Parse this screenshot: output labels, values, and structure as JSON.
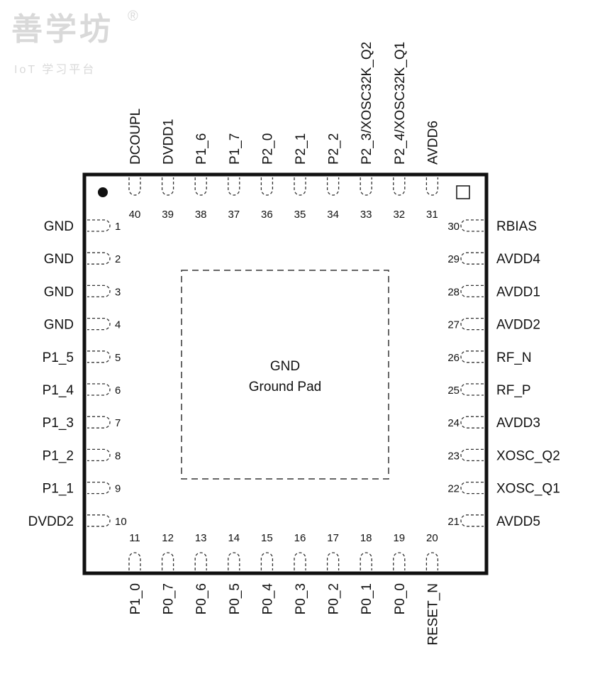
{
  "watermark": {
    "main": "善学坊",
    "registered": "®",
    "sub": "IoT 学习平台"
  },
  "package": {
    "center_labels": [
      "GND",
      "Ground Pad"
    ],
    "left_pins": [
      {
        "num": "1",
        "name": "GND"
      },
      {
        "num": "2",
        "name": "GND"
      },
      {
        "num": "3",
        "name": "GND"
      },
      {
        "num": "4",
        "name": "GND"
      },
      {
        "num": "5",
        "name": "P1_5"
      },
      {
        "num": "6",
        "name": "P1_4"
      },
      {
        "num": "7",
        "name": "P1_3"
      },
      {
        "num": "8",
        "name": "P1_2"
      },
      {
        "num": "9",
        "name": "P1_1"
      },
      {
        "num": "10",
        "name": "DVDD2"
      }
    ],
    "bottom_pins": [
      {
        "num": "11",
        "name": "P1_0"
      },
      {
        "num": "12",
        "name": "P0_7"
      },
      {
        "num": "13",
        "name": "P0_6"
      },
      {
        "num": "14",
        "name": "P0_5"
      },
      {
        "num": "15",
        "name": "P0_4"
      },
      {
        "num": "16",
        "name": "P0_3"
      },
      {
        "num": "17",
        "name": "P0_2"
      },
      {
        "num": "18",
        "name": "P0_1"
      },
      {
        "num": "19",
        "name": "P0_0"
      },
      {
        "num": "20",
        "name": "RESET_N"
      }
    ],
    "right_pins": [
      {
        "num": "21",
        "name": "AVDD5"
      },
      {
        "num": "22",
        "name": "XOSC_Q1"
      },
      {
        "num": "23",
        "name": "XOSC_Q2"
      },
      {
        "num": "24",
        "name": "AVDD3"
      },
      {
        "num": "25",
        "name": "RF_P"
      },
      {
        "num": "26",
        "name": "RF_N"
      },
      {
        "num": "27",
        "name": "AVDD2"
      },
      {
        "num": "28",
        "name": "AVDD1"
      },
      {
        "num": "29",
        "name": "AVDD4"
      },
      {
        "num": "30",
        "name": "RBIAS"
      }
    ],
    "top_pins": [
      {
        "num": "31",
        "name": "AVDD6"
      },
      {
        "num": "32",
        "name": "P2_4/XOSC32K_Q1"
      },
      {
        "num": "33",
        "name": "P2_3/XOSC32K_Q2"
      },
      {
        "num": "34",
        "name": "P2_2"
      },
      {
        "num": "35",
        "name": "P2_1"
      },
      {
        "num": "36",
        "name": "P2_0"
      },
      {
        "num": "37",
        "name": "P1_7"
      },
      {
        "num": "38",
        "name": "P1_6"
      },
      {
        "num": "39",
        "name": "DVDD1"
      },
      {
        "num": "40",
        "name": "DCOUPL"
      }
    ]
  }
}
